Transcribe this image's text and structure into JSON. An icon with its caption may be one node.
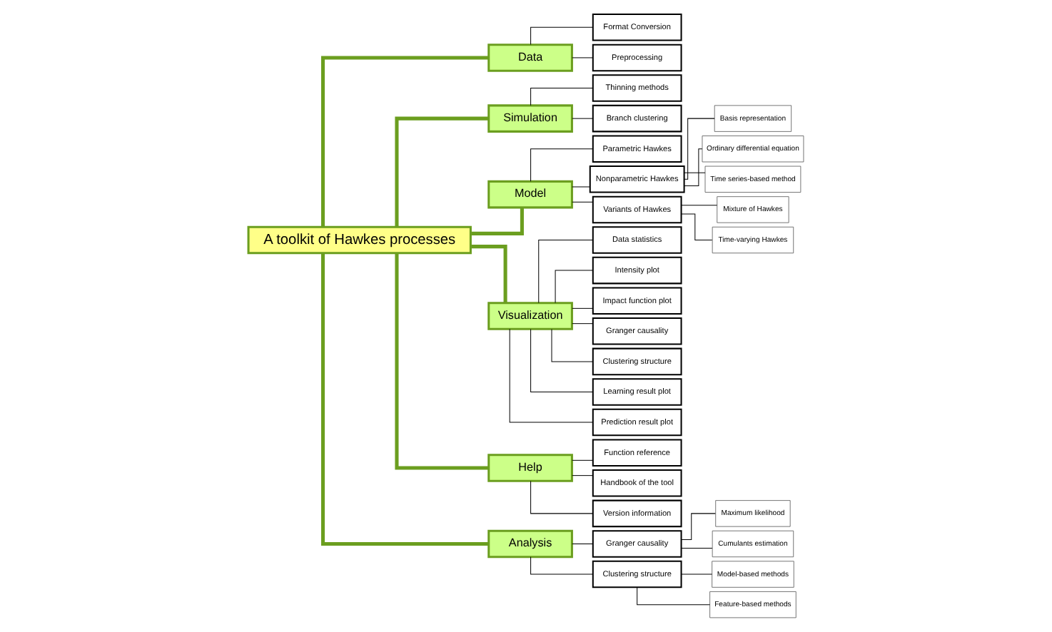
{
  "diagram": {
    "nodes": [
      {
        "text": [
          "A toolkit of Hawkes processes"
        ]
      },
      {
        "text": [
          "Data"
        ]
      },
      {
        "text": [
          "Format Conversion"
        ]
      },
      {
        "text": [
          "Preprocessing"
        ]
      },
      {
        "text": [
          "Simulation"
        ]
      },
      {
        "text": [
          "Thinning methods"
        ]
      },
      {
        "text": [
          "Branch clustering"
        ]
      },
      {
        "text": [
          "Model"
        ]
      },
      {
        "text": [
          "Parametric Hawkes"
        ]
      },
      {
        "text": [
          "Nonparametric Hawkes"
        ]
      },
      {
        "text": [
          "Basis representation"
        ]
      },
      {
        "text": [
          "Ordinary differential equation"
        ]
      },
      {
        "text": [
          "Time series-based method"
        ]
      },
      {
        "text": [
          "Variants of Hawkes"
        ]
      },
      {
        "text": [
          "Mixture of Hawkes"
        ]
      },
      {
        "text": [
          "Time-varying Hawkes"
        ]
      },
      {
        "text": [
          "Visualization"
        ]
      },
      {
        "text": [
          "Data statistics"
        ]
      },
      {
        "text": [
          "Intensity plot"
        ]
      },
      {
        "text": [
          "Impact function plot"
        ]
      },
      {
        "text": [
          "Granger causality"
        ]
      },
      {
        "text": [
          "Clustering structure"
        ]
      },
      {
        "text": [
          "Learning result plot"
        ]
      },
      {
        "text": [
          "Prediction result plot"
        ]
      },
      {
        "text": [
          "Help"
        ]
      },
      {
        "text": [
          "Function reference"
        ]
      },
      {
        "text": [
          "Handbook of the tool"
        ]
      },
      {
        "text": [
          "Version information"
        ]
      },
      {
        "text": [
          "Analysis"
        ]
      },
      {
        "text": [
          "Granger causality"
        ]
      },
      {
        "text": [
          "Maximum likelihood"
        ]
      },
      {
        "text": [
          "Cumulants estimation"
        ]
      },
      {
        "text": [
          "Clustering structure"
        ]
      },
      {
        "text": [
          "Model-based methods"
        ]
      },
      {
        "text": [
          "Feature-based methods"
        ]
      }
    ],
    "edges": [
      {
        "from": 0,
        "to": 1,
        "arrow": "none",
        "style": "thick",
        "color": "#6b9e1f"
      },
      {
        "from": 0,
        "to": 4,
        "arrow": "none",
        "style": "thick",
        "color": "#6b9e1f"
      },
      {
        "from": 0,
        "to": 7,
        "arrow": "none",
        "style": "thick",
        "color": "#6b9e1f"
      },
      {
        "from": 0,
        "to": 16,
        "arrow": "none",
        "style": "thick",
        "color": "#6b9e1f"
      },
      {
        "from": 0,
        "to": 24,
        "arrow": "none",
        "style": "thick",
        "color": "#6b9e1f"
      },
      {
        "from": 0,
        "to": 28,
        "arrow": "none",
        "style": "thick",
        "color": "#6b9e1f"
      },
      {
        "from": 1,
        "to": 2,
        "arrow": "none"
      },
      {
        "from": 1,
        "to": 3,
        "arrow": "none"
      },
      {
        "from": 4,
        "to": 5,
        "arrow": "none"
      },
      {
        "from": 4,
        "to": 6,
        "arrow": "none"
      },
      {
        "from": 7,
        "to": 8,
        "arrow": "none"
      },
      {
        "from": 7,
        "to": 9,
        "arrow": "none"
      },
      {
        "from": 9,
        "to": 10,
        "arrow": "none"
      },
      {
        "from": 9,
        "to": 11,
        "arrow": "none"
      },
      {
        "from": 9,
        "to": 12,
        "arrow": "none"
      },
      {
        "from": 7,
        "to": 13,
        "arrow": "none"
      },
      {
        "from": 13,
        "to": 14,
        "arrow": "none"
      },
      {
        "from": 13,
        "to": 15,
        "arrow": "none"
      },
      {
        "from": 16,
        "to": 17,
        "arrow": "none"
      },
      {
        "from": 16,
        "to": 18,
        "arrow": "none"
      },
      {
        "from": 16,
        "to": 19,
        "arrow": "none"
      },
      {
        "from": 16,
        "to": 20,
        "arrow": "none"
      },
      {
        "from": 16,
        "to": 21,
        "arrow": "none"
      },
      {
        "from": 16,
        "to": 22,
        "arrow": "none"
      },
      {
        "from": 16,
        "to": 23,
        "arrow": "none"
      },
      {
        "from": 24,
        "to": 25,
        "arrow": "none"
      },
      {
        "from": 24,
        "to": 26,
        "arrow": "none"
      },
      {
        "from": 24,
        "to": 27,
        "arrow": "none"
      },
      {
        "from": 28,
        "to": 29,
        "arrow": "none"
      },
      {
        "from": 29,
        "to": 30,
        "arrow": "none"
      },
      {
        "from": 29,
        "to": 31,
        "arrow": "none"
      },
      {
        "from": 28,
        "to": 32,
        "arrow": "none"
      },
      {
        "from": 32,
        "to": 33,
        "arrow": "none"
      },
      {
        "from": 32,
        "to": 34,
        "arrow": "none"
      }
    ]
  }
}
